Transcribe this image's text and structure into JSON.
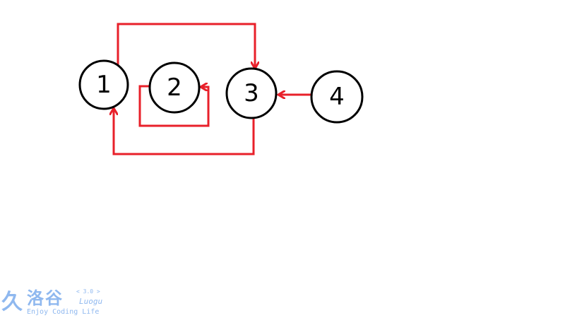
{
  "graph": {
    "nodes": [
      {
        "id": "1",
        "label": "1"
      },
      {
        "id": "2",
        "label": "2"
      },
      {
        "id": "3",
        "label": "3"
      },
      {
        "id": "4",
        "label": "4"
      }
    ],
    "edges": [
      {
        "from": "1",
        "to": "3"
      },
      {
        "from": "2",
        "to": "2"
      },
      {
        "from": "3",
        "to": "1"
      },
      {
        "from": "4",
        "to": "3"
      }
    ],
    "edge_color": "#e8202a"
  },
  "watermark": {
    "mark": "久",
    "name_cn": "洛谷",
    "version": "< 3.0 >",
    "name_en": "Luogu",
    "tagline": "Enjoy Coding Life"
  }
}
